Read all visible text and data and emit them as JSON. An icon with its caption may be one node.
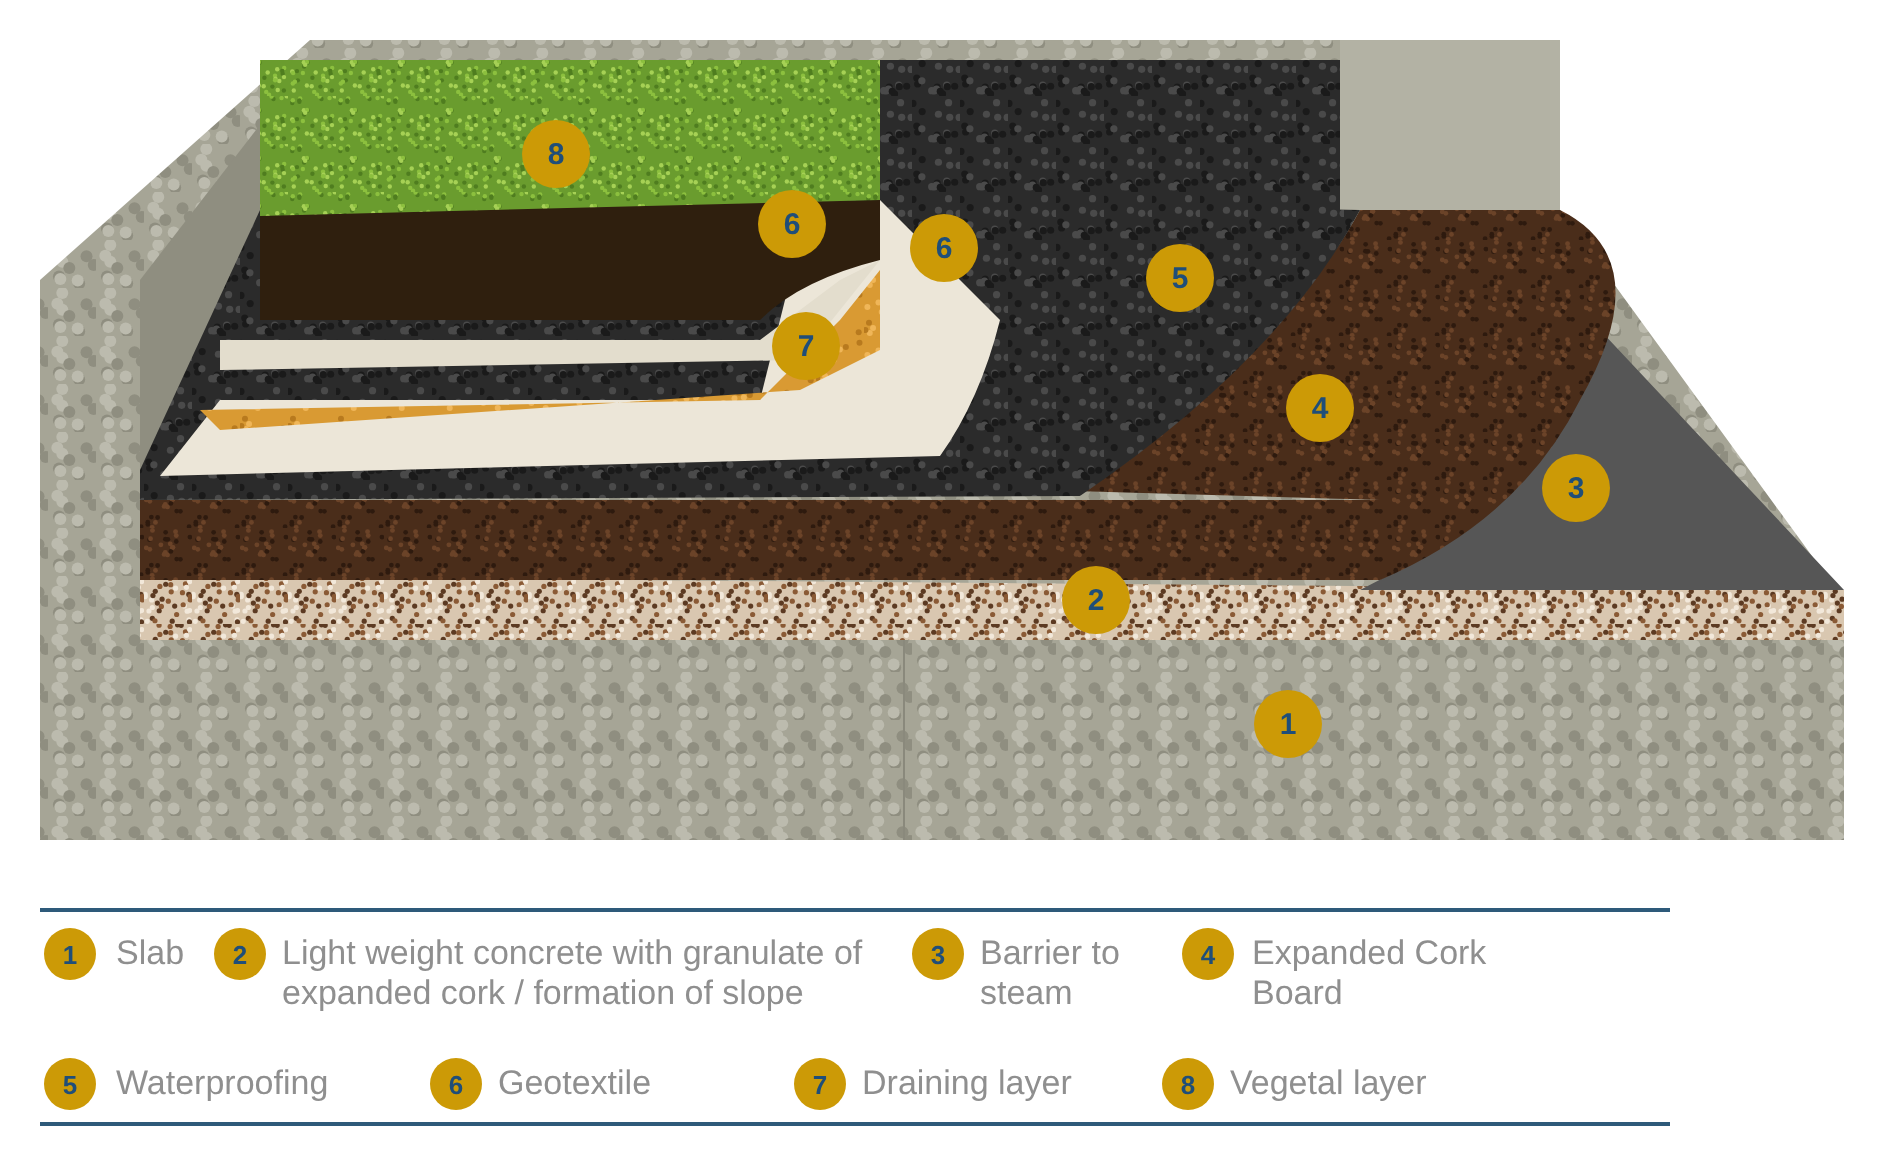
{
  "diagram": {
    "labels": [
      "8",
      "6",
      "6",
      "5",
      "7",
      "4",
      "3",
      "2",
      "1",
      "1",
      "Slab",
      "2",
      "Light weight concrete with granulate of expanded cork / formation of slope",
      "3",
      "Barrier to steam",
      "4",
      "Expanded Cork Board",
      "5",
      "Waterproofing",
      "6",
      "Geotextile",
      "7",
      "Draining layer",
      "8",
      "Vegetal layer"
    ]
  }
}
